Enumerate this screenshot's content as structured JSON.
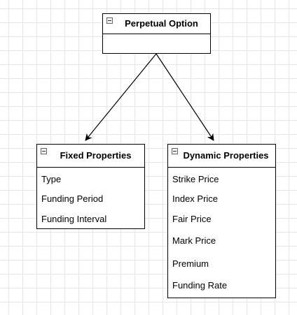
{
  "diagram": {
    "root": {
      "title": "Perpetual Option"
    },
    "fixed": {
      "title": "Fixed Properties",
      "items": [
        "Type",
        "Funding Period",
        "Funding Interval"
      ]
    },
    "dynamic": {
      "title": "Dynamic Properties",
      "items": [
        "Strike Price",
        "Index Price",
        "Fair Price",
        "Mark Price",
        "Premium",
        "Funding Rate"
      ]
    },
    "edges": [
      {
        "from": "Perpetual Option",
        "to": "Fixed Properties"
      },
      {
        "from": "Perpetual Option",
        "to": "Dynamic Properties"
      }
    ],
    "colors": {
      "line": "#000000",
      "grid": "#e6e6e6",
      "background": "#ffffff"
    }
  }
}
